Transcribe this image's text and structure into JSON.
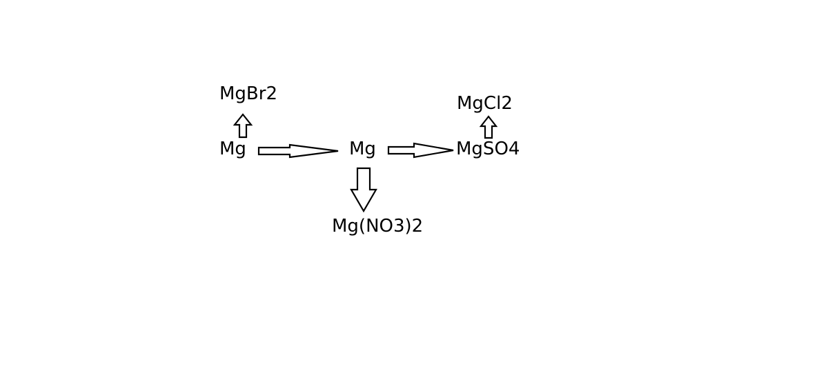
{
  "diagram": {
    "nodes": {
      "mgbr2": "MgBr2",
      "mg_left": "Mg",
      "mg_center": "Mg",
      "mgso4": "MgSO4",
      "mgcl2": "MgCl2",
      "mgno3": "Mg(NO3)2"
    },
    "edges": [
      {
        "from": "mg_left",
        "to": "mgbr2",
        "style": "hollow-arrow"
      },
      {
        "from": "mg_left",
        "to": "mg_center",
        "style": "hollow-arrow"
      },
      {
        "from": "mg_center",
        "to": "mgso4",
        "style": "hollow-arrow"
      },
      {
        "from": "mgso4",
        "to": "mgcl2",
        "style": "hollow-arrow"
      },
      {
        "from": "mg_center",
        "to": "mgno3",
        "style": "hollow-arrow"
      }
    ],
    "colors": {
      "background": "#ffffff",
      "ink": "#000000"
    }
  }
}
